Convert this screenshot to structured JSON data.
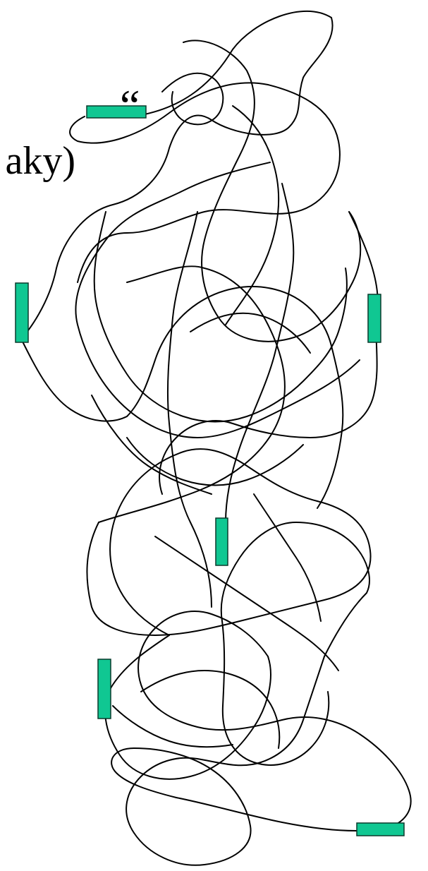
{
  "slide": {
    "quote_fragment": "“",
    "word_fragment": "aky)"
  },
  "diagram": {
    "marker_color": "#10c792",
    "marker_stroke": "#0a3a2c",
    "line_color": "#000000",
    "markers": [
      {
        "name": "marker-top-horizontal"
      },
      {
        "name": "marker-left-vertical"
      },
      {
        "name": "marker-right-vertical"
      },
      {
        "name": "marker-center-vertical"
      },
      {
        "name": "marker-lower-left-vertical"
      },
      {
        "name": "marker-bottom-horizontal"
      }
    ]
  }
}
